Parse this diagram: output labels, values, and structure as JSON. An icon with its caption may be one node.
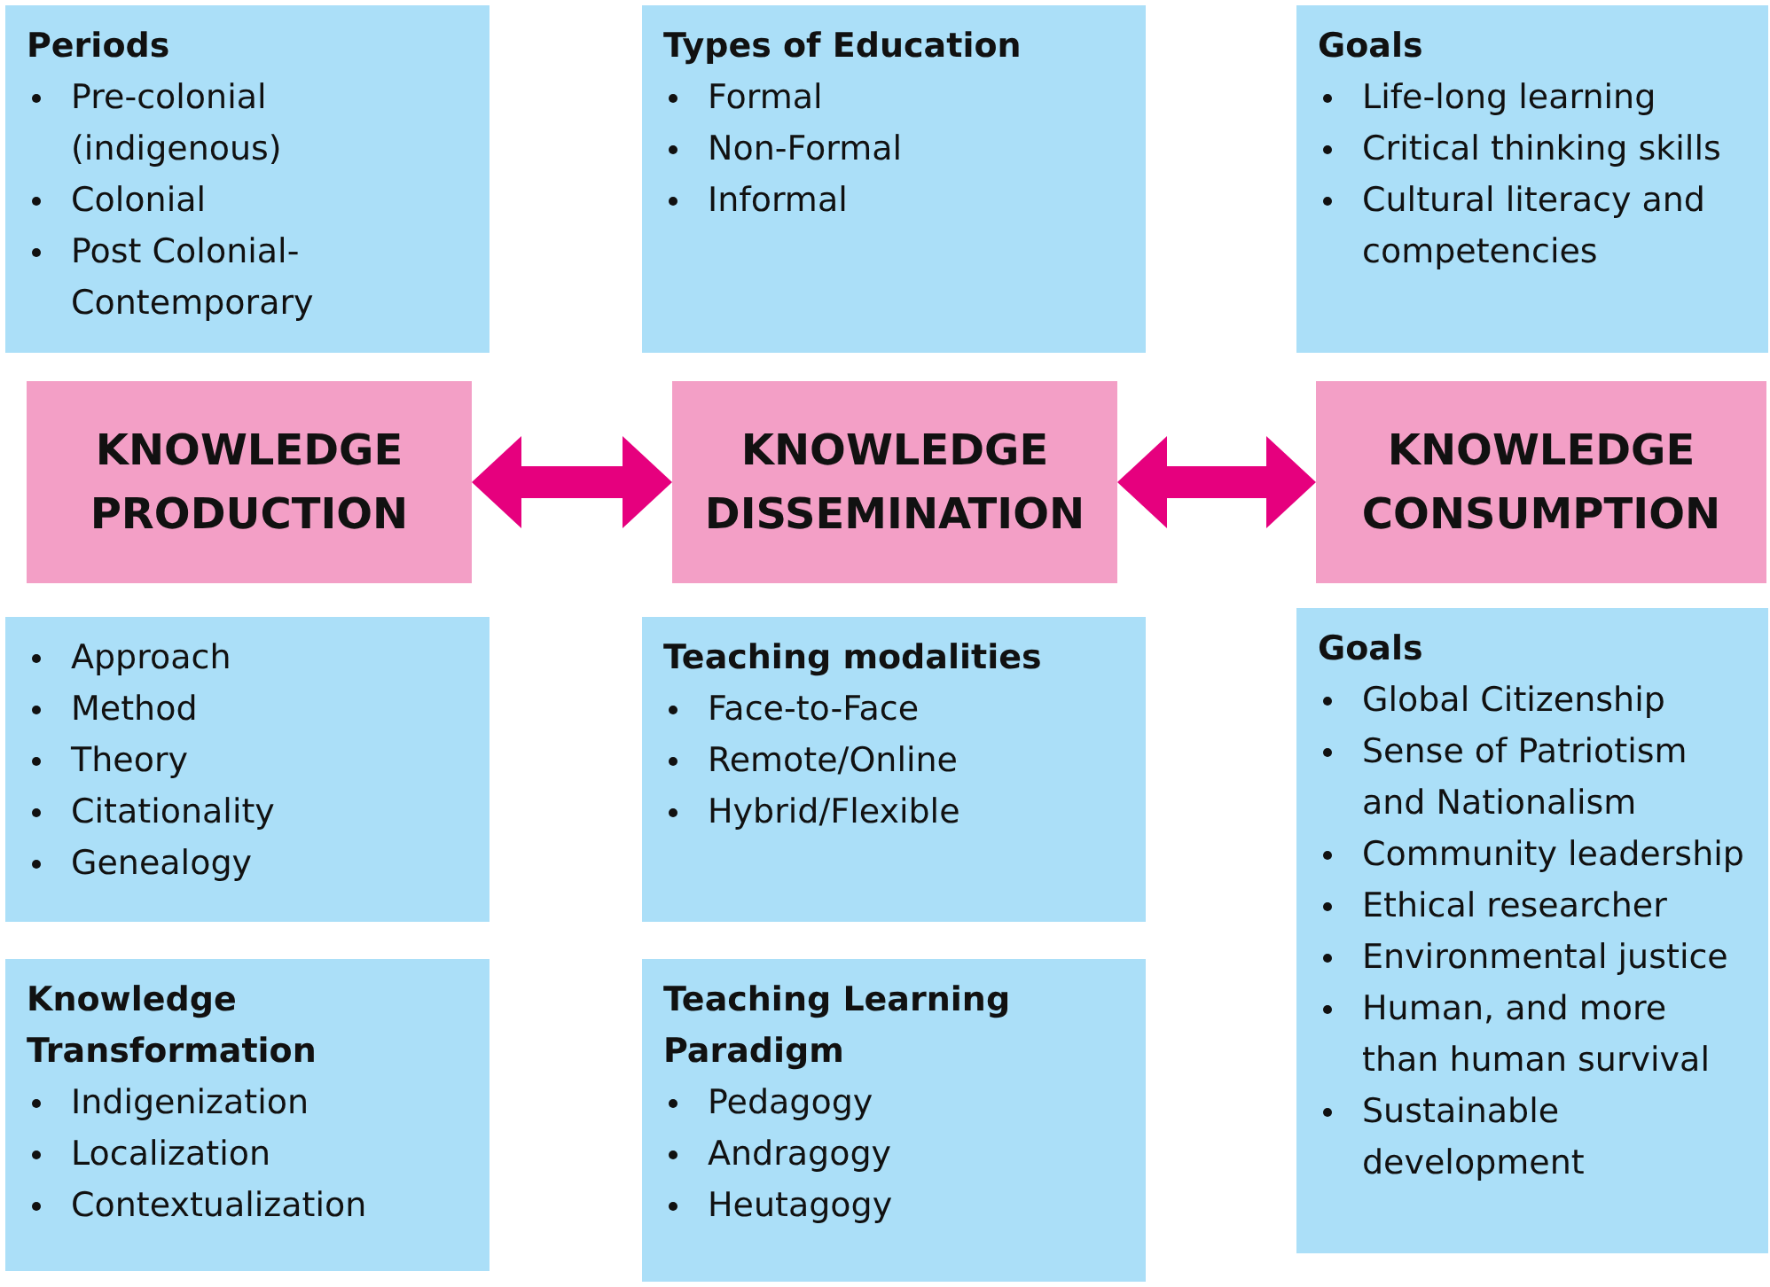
{
  "diagram": {
    "nodes": [
      {
        "text": [
          "Periods",
          "Pre-colonial (indigenous)",
          "Colonial",
          "Post Colonial-Contemporary"
        ]
      },
      {
        "text": [
          "Types of Education",
          "Formal",
          "Non-Formal",
          "Informal"
        ]
      },
      {
        "text": [
          "Goals",
          "Life-long learning",
          "Critical thinking skills",
          "Cultural literacy and competencies"
        ]
      },
      {
        "text": [
          "KNOWLEDGE PRODUCTION"
        ]
      },
      {
        "text": [
          "KNOWLEDGE DISSEMINATION"
        ]
      },
      {
        "text": [
          "KNOWLEDGE CONSUMPTION"
        ]
      },
      {
        "text": [
          "Approach",
          "Method",
          "Theory",
          "Citationality",
          "Genealogy"
        ]
      },
      {
        "text": [
          "Teaching modalities",
          "Face-to-Face",
          "Remote/Online",
          "Hybrid/Flexible"
        ]
      },
      {
        "text": [
          "Goals",
          "Global Citizenship",
          "Sense of Patriotism and Nationalism",
          "Community leadership",
          "Ethical researcher",
          "Environmental justice",
          "Human, and more than human survival",
          "Sustainable development"
        ]
      },
      {
        "text": [
          "Knowledge Transformation",
          "Indigenization",
          "Localization",
          "Contextualization"
        ]
      },
      {
        "text": [
          "Teaching Learning Paradigm",
          "Pedagogy",
          "Andragogy",
          "Heutagogy"
        ]
      }
    ],
    "edges": [
      {
        "from": 3,
        "to": 4,
        "arrow": "both"
      },
      {
        "from": 4,
        "to": 5,
        "arrow": "both"
      }
    ]
  }
}
